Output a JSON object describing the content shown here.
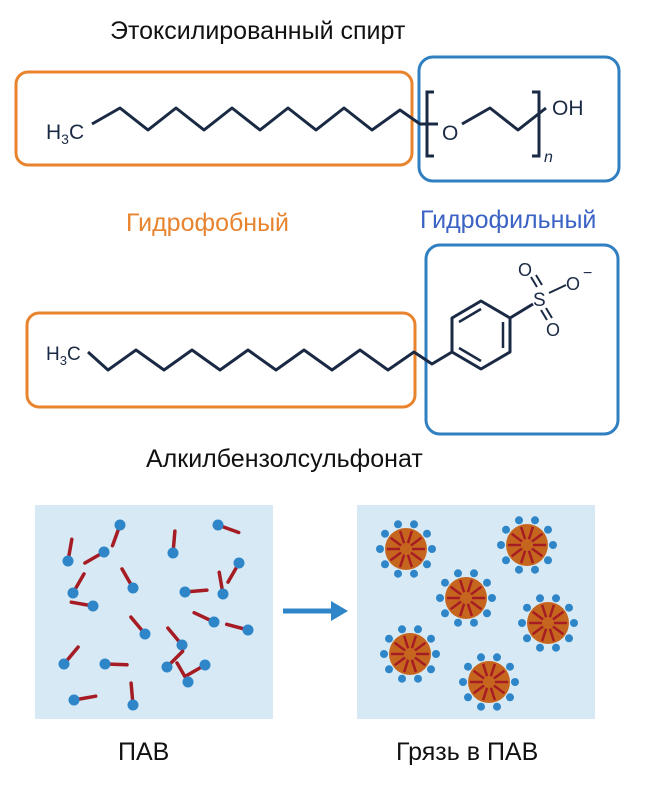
{
  "texts": {
    "title_top": "Этоксилированный спирт",
    "hydrophobic": "Гидрофобный",
    "hydrophilic": "Гидрофильный",
    "title_bottom": "Алкилбензолсульфонат",
    "label_left": "ПАВ",
    "label_right": "Грязь в ПАВ"
  },
  "formula": {
    "h3c_h": "H",
    "h3c_sub": "3",
    "h3c_c": "C",
    "oxygen": "O",
    "hydroxyl": "OH",
    "n": "n",
    "sulfur": "S",
    "so3_o": "O",
    "charge": "−"
  },
  "colors": {
    "hydrophobic_box": "#e8832e",
    "hydrophilic_box": "#2f7fc1",
    "bond": "#1b2a44",
    "panel_bg": "#d7e9f4",
    "tail": "#a61c24",
    "head": "#2e86c8",
    "dirt": "#c6661e",
    "arrow": "#2e86c8"
  }
}
